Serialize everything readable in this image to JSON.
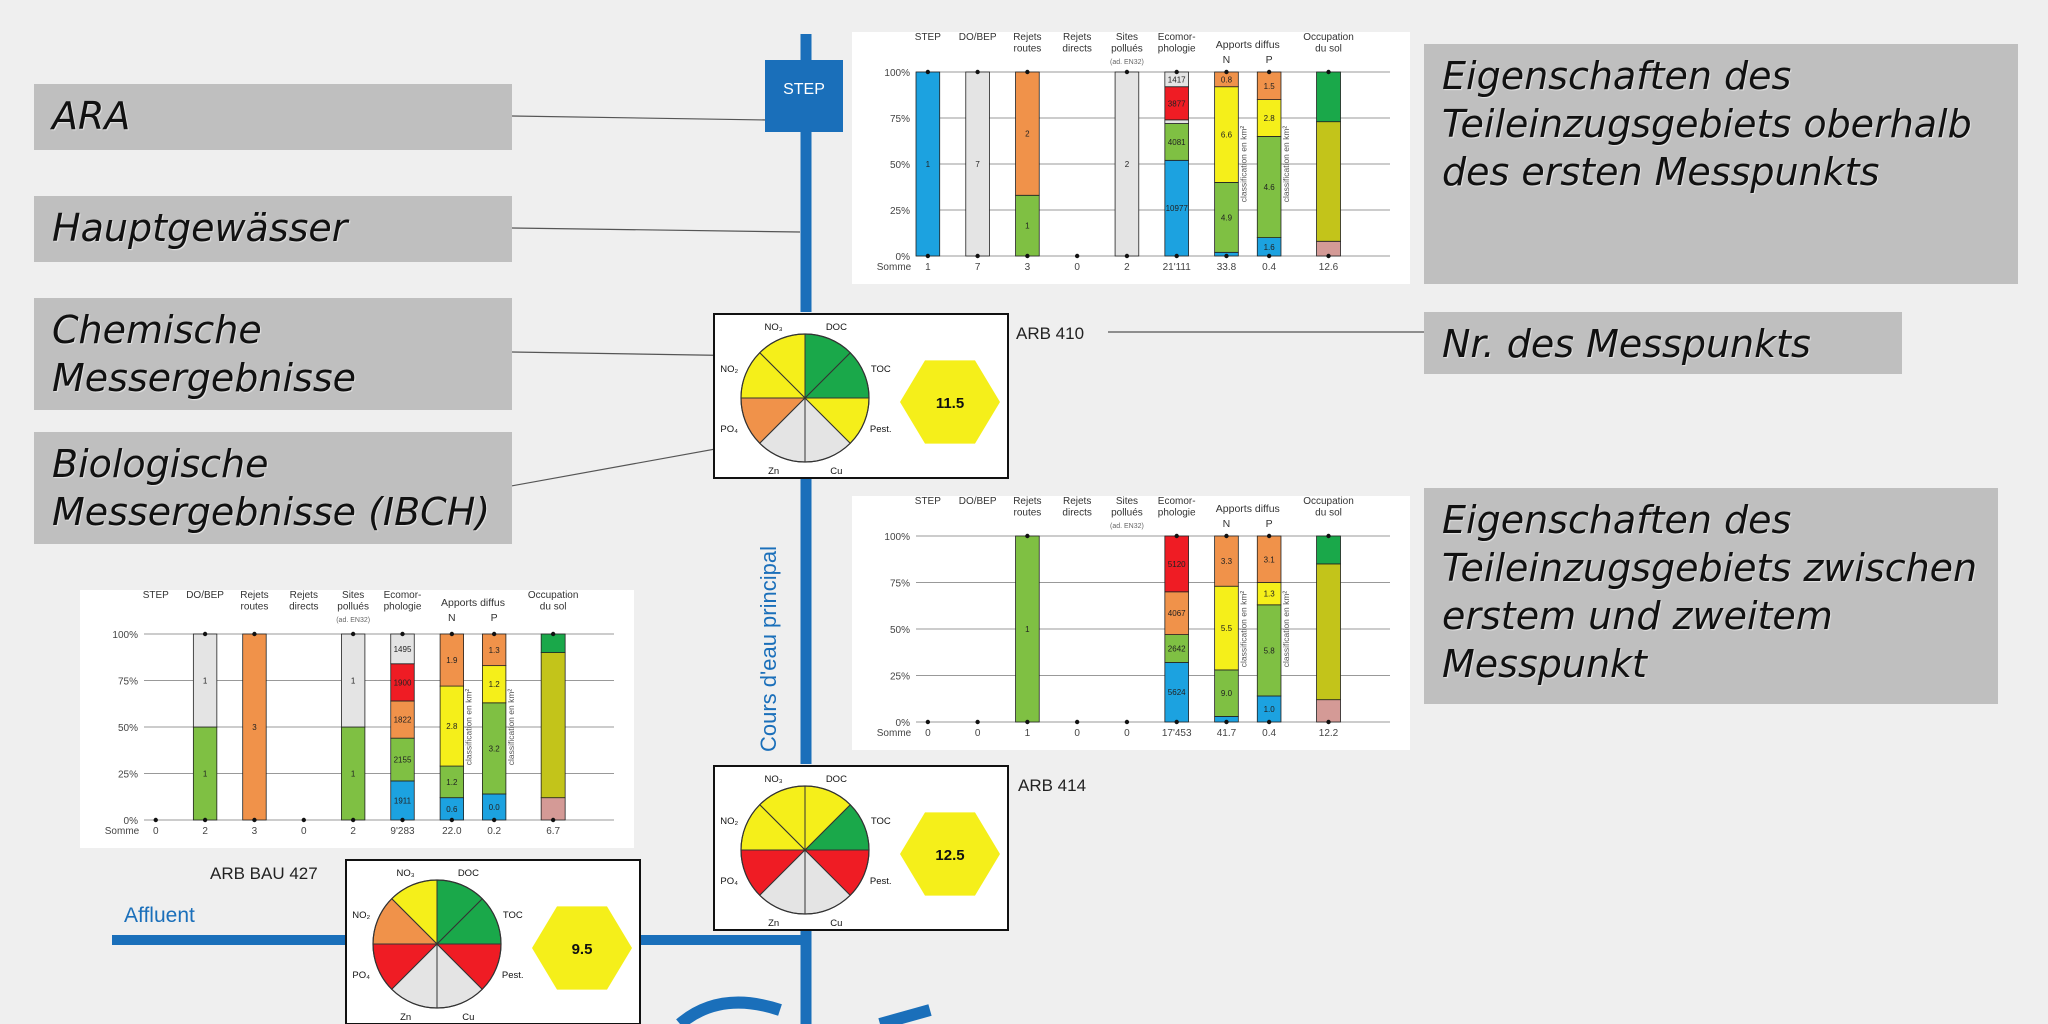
{
  "colors": {
    "river": "#1a6fba",
    "blue": "#1ca2e0",
    "green": "#7fc043",
    "darkgreen": "#1aa84a",
    "yellow": "#f5ef1a",
    "orange": "#f0924a",
    "red": "#ef1c24",
    "grey": "#e4e4e4",
    "olive": "#c3c41a",
    "pink": "#d49a96",
    "callout_bg": "#bfbfbf"
  },
  "callouts": {
    "ara": "ARA",
    "hauptgewaesser": "Hauptgewässer",
    "chemische": "Chemische\nMessergebnisse",
    "biologische": "Biologische\nMessergebnisse (IBCH)",
    "oberhalb": "Eigenschaften des\nTeileinzugsgebiets oberhalb\ndes ersten Messpunkts",
    "nr": "Nr. des Messpunkts",
    "zwischen": "Eigenschaften des\nTeileinzugsgebiets zwischen\nerstem und zweitem\nMesspunkt"
  },
  "river": {
    "main_label": "Cours d'eau principal",
    "affluent_label": "Affluent",
    "step_label": "STEP"
  },
  "stations": {
    "arb410": {
      "label": "ARB 410",
      "ibch": "11.5"
    },
    "arb414": {
      "label": "ARB 414",
      "ibch": "12.5"
    },
    "arb427": {
      "label": "ARB BAU 427",
      "ibch": "9.5"
    }
  },
  "pie_labels": {
    "no3": "NO₃",
    "no2": "NO₂",
    "po4": "PO₄",
    "doc": "DOC",
    "toc": "TOC",
    "pest": "Pest.",
    "zn": "Zn",
    "cu": "Cu"
  },
  "pies": {
    "arb410": [
      "yellow",
      "yellow",
      "orange",
      "grey",
      "grey",
      "yellow",
      "darkgreen",
      "darkgreen"
    ],
    "arb414": [
      "yellow",
      "yellow",
      "red",
      "grey",
      "grey",
      "red",
      "darkgreen",
      "yellow"
    ],
    "arb427": [
      "yellow",
      "orange",
      "red",
      "grey",
      "grey",
      "red",
      "darkgreen",
      "darkgreen"
    ]
  },
  "bar_headers": {
    "step": "STEP",
    "dobep": "DO/BEP",
    "rejets_routes": "Rejets\nroutes",
    "rejets_directs": "Rejets\ndirects",
    "sites": "Sites\npollués",
    "sites_note": "(ad. EN32)",
    "ecomor": "Ecomor-\nphologie",
    "apports": "Apports diffus",
    "n": "N",
    "p": "P",
    "occupation": "Occupation\ndu sol",
    "somme": "Somme",
    "rot_label": "classification en km²"
  },
  "y_ticks": [
    "0%",
    "25%",
    "50%",
    "75%",
    "100%"
  ],
  "chart_data": [
    {
      "type": "bar",
      "id": "top",
      "categories": [
        "STEP",
        "DO/BEP",
        "Rejets routes",
        "Rejets directs",
        "Sites pollués",
        "Ecomorphologie",
        "N",
        "P",
        "Occupation du sol"
      ],
      "somme": [
        "1",
        "7",
        "3",
        "0",
        "2",
        "21'111",
        "33.8",
        "0.4",
        "12.6"
      ],
      "segments": [
        [
          {
            "c": "blue",
            "f": 1.0,
            "l": "1"
          }
        ],
        [
          {
            "c": "grey",
            "f": 1.0,
            "l": "7"
          }
        ],
        [
          {
            "c": "green",
            "f": 0.33,
            "l": "1"
          },
          {
            "c": "orange",
            "f": 0.67,
            "l": "2"
          }
        ],
        [],
        [
          {
            "c": "grey",
            "f": 1.0,
            "l": "2"
          }
        ],
        [
          {
            "c": "blue",
            "f": 0.52,
            "l": "10977"
          },
          {
            "c": "green",
            "f": 0.2,
            "l": "4081"
          },
          {
            "c": "grey",
            "f": 0.02,
            "l": ""
          },
          {
            "c": "red",
            "f": 0.18,
            "l": "3877"
          },
          {
            "c": "grey",
            "f": 0.08,
            "l": "1417"
          }
        ],
        [
          {
            "c": "blue",
            "f": 0.02,
            "l": ""
          },
          {
            "c": "green",
            "f": 0.38,
            "l": "4.9"
          },
          {
            "c": "yellow",
            "f": 0.52,
            "l": "6.6"
          },
          {
            "c": "orange",
            "f": 0.08,
            "l": "0.8"
          }
        ],
        [
          {
            "c": "blue",
            "f": 0.1,
            "l": "1.6"
          },
          {
            "c": "green",
            "f": 0.55,
            "l": "4.6"
          },
          {
            "c": "yellow",
            "f": 0.2,
            "l": "2.8"
          },
          {
            "c": "orange",
            "f": 0.15,
            "l": "1.5"
          }
        ],
        [
          {
            "c": "pink",
            "f": 0.08,
            "l": ""
          },
          {
            "c": "olive",
            "f": 0.65,
            "l": ""
          },
          {
            "c": "darkgreen",
            "f": 0.27,
            "l": ""
          }
        ]
      ],
      "ylim": [
        0,
        100
      ]
    },
    {
      "type": "bar",
      "id": "middle",
      "categories": [
        "STEP",
        "DO/BEP",
        "Rejets routes",
        "Rejets directs",
        "Sites pollués",
        "Ecomorphologie",
        "N",
        "P",
        "Occupation du sol"
      ],
      "somme": [
        "0",
        "0",
        "1",
        "0",
        "0",
        "17'453",
        "41.7",
        "0.4",
        "12.2"
      ],
      "segments": [
        [],
        [],
        [
          {
            "c": "green",
            "f": 1.0,
            "l": "1"
          }
        ],
        [],
        [],
        [
          {
            "c": "blue",
            "f": 0.32,
            "l": "5624"
          },
          {
            "c": "green",
            "f": 0.15,
            "l": "2642"
          },
          {
            "c": "orange",
            "f": 0.23,
            "l": "4067"
          },
          {
            "c": "red",
            "f": 0.3,
            "l": "5120"
          }
        ],
        [
          {
            "c": "blue",
            "f": 0.03,
            "l": ""
          },
          {
            "c": "green",
            "f": 0.25,
            "l": "9.0"
          },
          {
            "c": "yellow",
            "f": 0.45,
            "l": "5.5"
          },
          {
            "c": "orange",
            "f": 0.27,
            "l": "3.3"
          }
        ],
        [
          {
            "c": "blue",
            "f": 0.14,
            "l": "1.0"
          },
          {
            "c": "green",
            "f": 0.49,
            "l": "5.8"
          },
          {
            "c": "yellow",
            "f": 0.12,
            "l": "1.3"
          },
          {
            "c": "orange",
            "f": 0.25,
            "l": "3.1"
          }
        ],
        [
          {
            "c": "pink",
            "f": 0.12,
            "l": ""
          },
          {
            "c": "olive",
            "f": 0.73,
            "l": ""
          },
          {
            "c": "darkgreen",
            "f": 0.15,
            "l": ""
          }
        ]
      ],
      "ylim": [
        0,
        100
      ]
    },
    {
      "type": "bar",
      "id": "left",
      "categories": [
        "STEP",
        "DO/BEP",
        "Rejets routes",
        "Rejets directs",
        "Sites pollués",
        "Ecomorphologie",
        "N",
        "P",
        "Occupation du sol"
      ],
      "somme": [
        "0",
        "2",
        "3",
        "0",
        "2",
        "9'283",
        "22.0",
        "0.2",
        "6.7"
      ],
      "segments": [
        [],
        [
          {
            "c": "green",
            "f": 0.5,
            "l": "1"
          },
          {
            "c": "grey",
            "f": 0.5,
            "l": "1"
          }
        ],
        [
          {
            "c": "orange",
            "f": 1.0,
            "l": "3"
          }
        ],
        [],
        [
          {
            "c": "green",
            "f": 0.5,
            "l": "1"
          },
          {
            "c": "grey",
            "f": 0.5,
            "l": "1"
          }
        ],
        [
          {
            "c": "blue",
            "f": 0.21,
            "l": "1911"
          },
          {
            "c": "green",
            "f": 0.23,
            "l": "2155"
          },
          {
            "c": "orange",
            "f": 0.2,
            "l": "1822"
          },
          {
            "c": "red",
            "f": 0.2,
            "l": "1900"
          },
          {
            "c": "grey",
            "f": 0.16,
            "l": "1495"
          }
        ],
        [
          {
            "c": "blue",
            "f": 0.12,
            "l": "0.6"
          },
          {
            "c": "green",
            "f": 0.17,
            "l": "1.2"
          },
          {
            "c": "yellow",
            "f": 0.43,
            "l": "2.8"
          },
          {
            "c": "orange",
            "f": 0.28,
            "l": "1.9"
          }
        ],
        [
          {
            "c": "blue",
            "f": 0.14,
            "l": "0.0"
          },
          {
            "c": "green",
            "f": 0.49,
            "l": "3.2"
          },
          {
            "c": "yellow",
            "f": 0.2,
            "l": "1.2"
          },
          {
            "c": "orange",
            "f": 0.17,
            "l": "1.3"
          }
        ],
        [
          {
            "c": "pink",
            "f": 0.12,
            "l": ""
          },
          {
            "c": "olive",
            "f": 0.78,
            "l": ""
          },
          {
            "c": "darkgreen",
            "f": 0.1,
            "l": ""
          }
        ]
      ],
      "ylim": [
        0,
        100
      ]
    }
  ]
}
